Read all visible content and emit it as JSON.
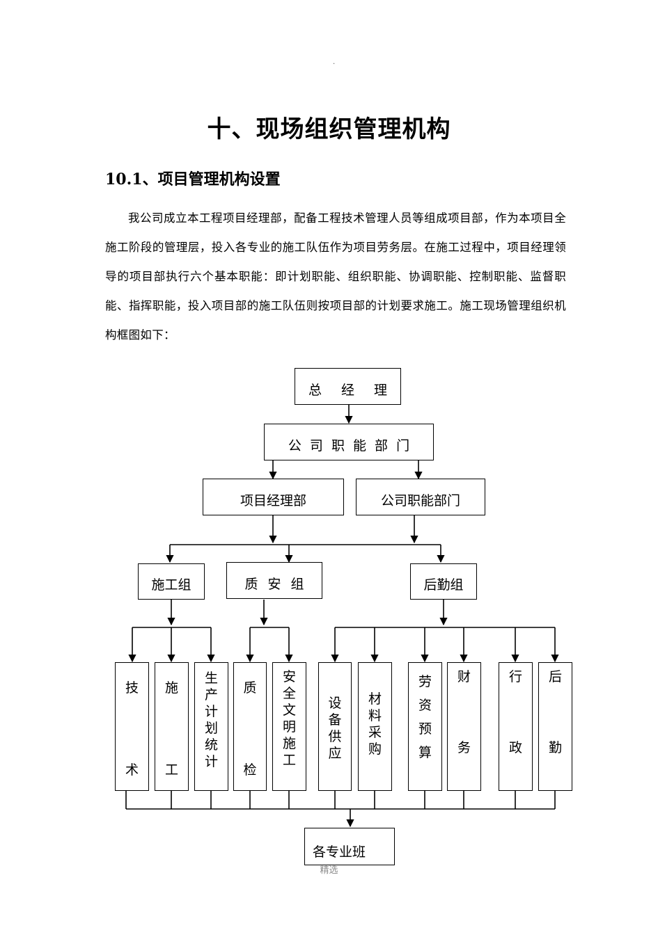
{
  "header_dot": ".",
  "title": "十、现场组织管理机构",
  "heading": "10.1、项目管理机构设置",
  "paragraph": "我公司成立本工程项目经理部，配备工程技术管理人员等组成项目部，作为本项目全施工阶段的管理层，投入各专业的施工队伍作为项目劳务层。在施工过程中，项目经理领导的项目部执行六个基本职能：即计划职能、组织职能、协调职能、控制职能、监督职能、指挥职能，投入项目部的施工队伍则按项目部的计划要求施工。施工现场管理组织机构框图如下：",
  "org": {
    "general_manager": "总 经 理",
    "company_dept_top": "公 司 职 能 部 门",
    "project_dept": "项目经理部",
    "company_dept": "公司职能部门",
    "construction_group": "施工组",
    "quality_safety_group": "质 安 组",
    "logistics_group": "后勤组",
    "units": [
      {
        "top": "技",
        "bottom": "术"
      },
      {
        "top": "施",
        "bottom": "工"
      },
      {
        "full": "生产计划统计"
      },
      {
        "top": "质",
        "bottom": "检"
      },
      {
        "full": "安全文明施工"
      },
      {
        "full": "设备供应"
      },
      {
        "full": "材料采购"
      },
      {
        "full": "劳资预算"
      },
      {
        "top": "财",
        "bottom": "务"
      },
      {
        "top": "行",
        "bottom": "政"
      },
      {
        "top": "后",
        "bottom": "勤"
      }
    ],
    "teams": "各专业班"
  },
  "watermark": "精选"
}
